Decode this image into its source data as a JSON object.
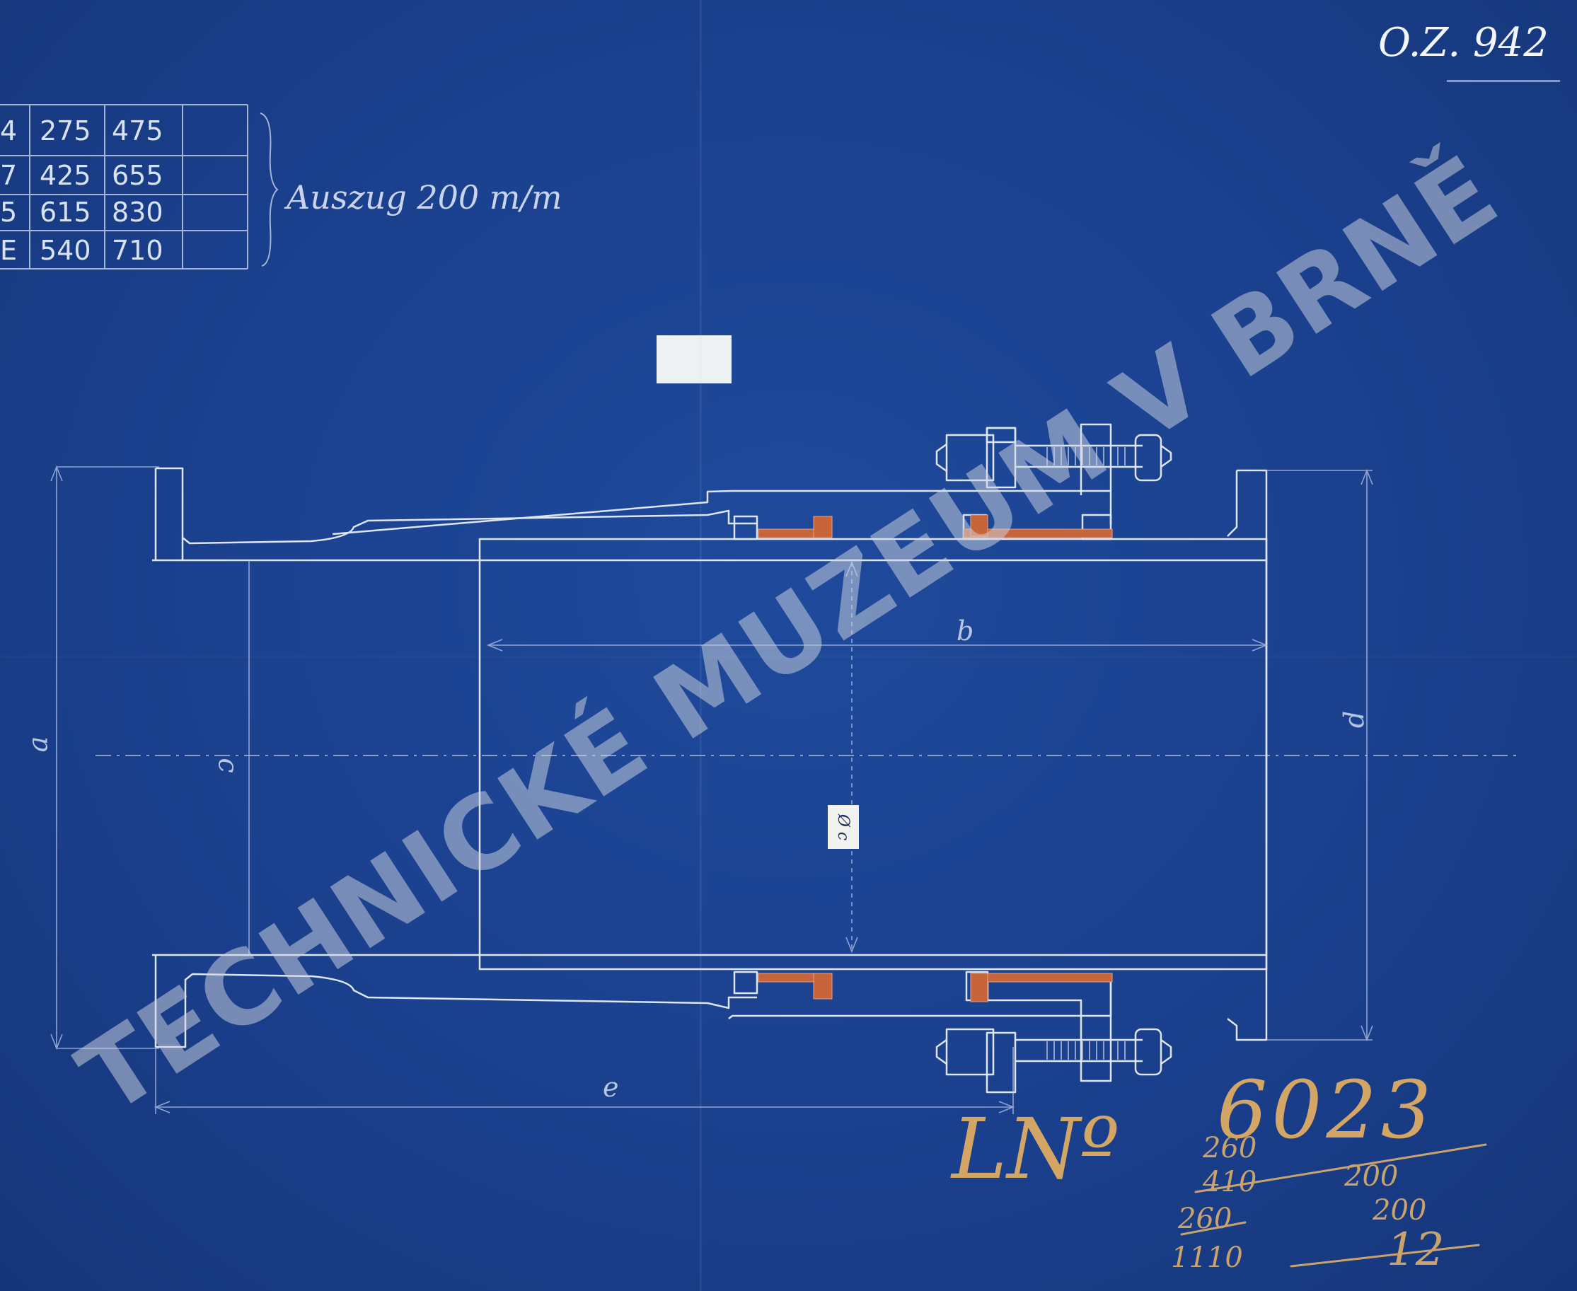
{
  "drawing_number": "O.Z. 942",
  "dimension_table": {
    "rows": [
      [
        "4",
        "275",
        "475"
      ],
      [
        "7",
        "425",
        "655"
      ],
      [
        "5",
        "615",
        "830"
      ],
      [
        "E",
        "540",
        "710"
      ]
    ]
  },
  "extension_note": "Auszug 200 m/m",
  "dimension_letters": {
    "a": "a",
    "b": "b",
    "c": "c",
    "d": "d",
    "e": "e"
  },
  "diameter_tag": "Ø c",
  "watermark": "TECHNICKÉ MUZEUM V BRNĚ",
  "order_mark": {
    "prefix": "LNº",
    "number": "6023",
    "pencil_figures": [
      "260",
      "410",
      "260",
      "1110",
      "200",
      "200",
      "12"
    ]
  },
  "colors": {
    "paper": "#1a3f8f",
    "lines": "#dfe6f3",
    "packing": "#c8643a",
    "crayon": "#d3a665"
  }
}
